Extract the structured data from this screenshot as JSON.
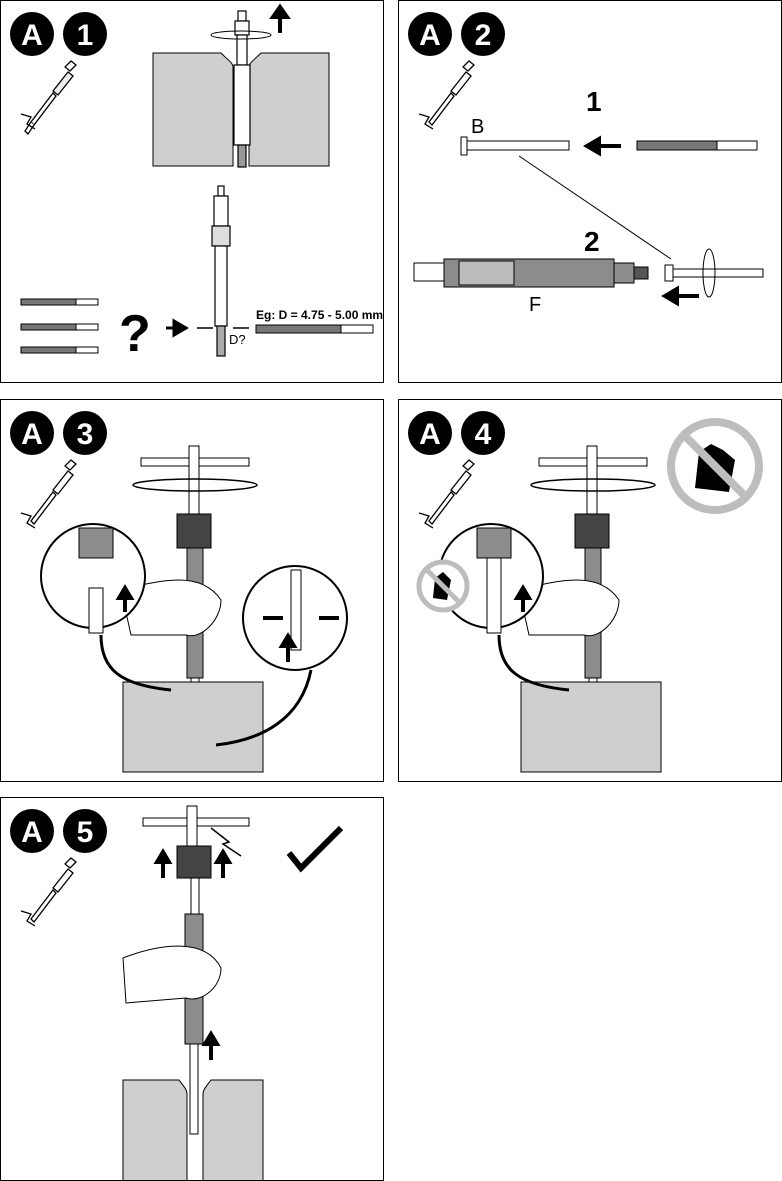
{
  "panels": [
    {
      "badge_letter": "A",
      "badge_number": "1",
      "question_mark": "?",
      "example_text": "Eg: D = 4.75 - 5.00 mm",
      "d_label": "D?"
    },
    {
      "badge_letter": "A",
      "badge_number": "2",
      "step1": "1",
      "step2": "2",
      "label_b": "B",
      "label_f": "F"
    },
    {
      "badge_letter": "A",
      "badge_number": "3"
    },
    {
      "badge_letter": "A",
      "badge_number": "4"
    },
    {
      "badge_letter": "A",
      "badge_number": "5"
    }
  ],
  "colors": {
    "gray": "#8c8c8c",
    "light_gray": "#d9d9d9",
    "block": "#cfcfcf",
    "forbid": "#bdbdbd"
  }
}
